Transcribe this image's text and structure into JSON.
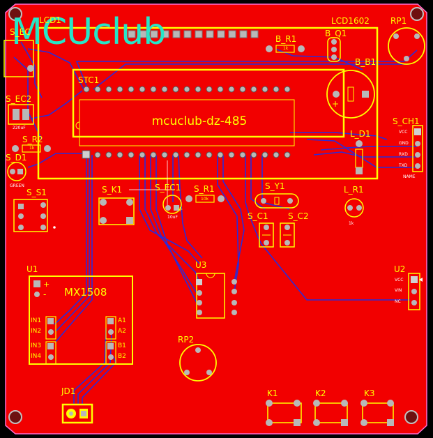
{
  "board": {
    "logo_text": "MCUclub",
    "lcd_display_text": "mcuclub-dz-485",
    "colors": {
      "board": "#f20000",
      "silk": "#ffff00",
      "pad": "#b8b8b8",
      "trace": "#2b2bd9",
      "logo": "#26e6c8",
      "background": "#000000"
    }
  },
  "labels": {
    "lcd1": "LCD1",
    "lcd1602": "LCD1602",
    "rp1": "RP1",
    "b_r1": "B_R1",
    "b_q1": "B_Q1",
    "b_b1": "B_B1",
    "s_ec2": "S_EC2",
    "stc1": "STC1",
    "s_r2": "S_R2",
    "s_d1": "S_D1",
    "s_s1": "S_S1",
    "s_k1": "S_K1",
    "s_ec1": "S_EC1",
    "s_r1": "S_R1",
    "s_y1": "S_Y1",
    "s_c1": "S_C1",
    "s_c2": "S_C2",
    "l_d1": "L_D1",
    "l_r1": "L_R1",
    "s_ch1": "S_CH1",
    "u1": "U1",
    "u2": "U2",
    "u3": "U3",
    "mx1508": "MX1508",
    "rp2": "RP2",
    "jd1": "JD1",
    "k1": "K1",
    "k2": "K2",
    "k3": "K3",
    "s_ec_partial": "S_EC"
  },
  "small_text": {
    "ch_vcc": "VCC",
    "ch_gnd": "GND",
    "ch_rxd": "RXD",
    "ch_txd": "TXD",
    "ch_name": "NAME",
    "u2_vcc": "VCC",
    "u2_pin2": "VIN",
    "u2_pin3": "NC",
    "mx_in1": "IN1",
    "mx_in2": "IN2",
    "mx_in3": "IN3",
    "mx_in4": "IN4",
    "mx_a1": "A1",
    "mx_a2": "A2",
    "mx_b1": "B1",
    "mx_b2": "B2",
    "mx_plus": "+",
    "mx_minus": "-",
    "r1_value": "10k",
    "r2_value": "1k",
    "br1_value": "1k",
    "ec2_value": "220uF",
    "ec1_value": "10uF",
    "ec1_plus": "+",
    "bb1_plus": "+",
    "d1_value": "GREEN",
    "lr1_value": "1k"
  }
}
